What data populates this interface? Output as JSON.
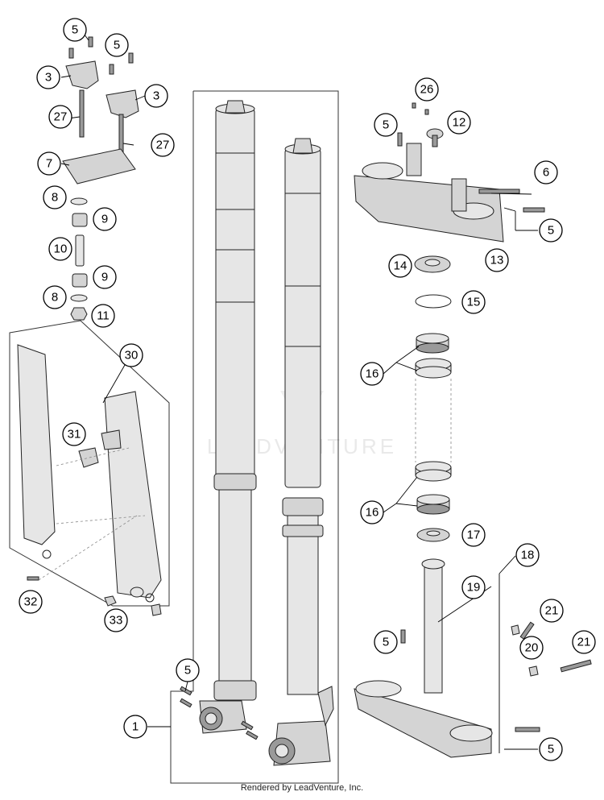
{
  "callouts": {
    "c1": "1",
    "c3a": "3",
    "c3b": "3",
    "c5a": "5",
    "c5b": "5",
    "c5c": "5",
    "c5d": "5",
    "c5e": "5",
    "c5f": "5",
    "c5g": "5",
    "c6": "6",
    "c7": "7",
    "c8a": "8",
    "c8b": "8",
    "c9a": "9",
    "c9b": "9",
    "c10": "10",
    "c11": "11",
    "c12": "12",
    "c13": "13",
    "c14": "14",
    "c15": "15",
    "c16a": "16",
    "c16b": "16",
    "c17": "17",
    "c18": "18",
    "c19": "19",
    "c20": "20",
    "c21a": "21",
    "c21b": "21",
    "c26": "26",
    "c27a": "27",
    "c27b": "27",
    "c30": "30",
    "c31": "31",
    "c32": "32",
    "c33": "33"
  },
  "watermark": "LEADVENTURE",
  "footer": "Rendered by LeadVenture, Inc."
}
